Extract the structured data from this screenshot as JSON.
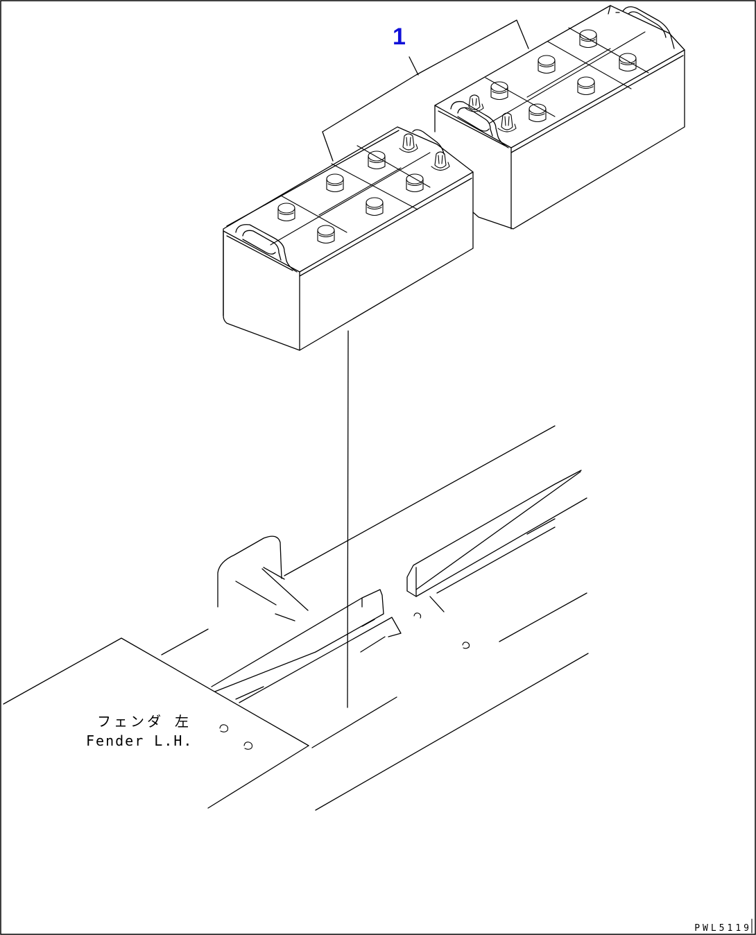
{
  "diagram": {
    "callout_number": "1",
    "fender_label_jp": "フェンダ 左",
    "fender_label_en": "Fender L.H.",
    "drawing_number": "PWL5119"
  },
  "parts": [
    {
      "item": "1",
      "icon": "battery-icon",
      "quantity_shown": 2
    }
  ],
  "colors": {
    "line": "#000000",
    "callout": "#1010d8",
    "background": "#ffffff"
  }
}
